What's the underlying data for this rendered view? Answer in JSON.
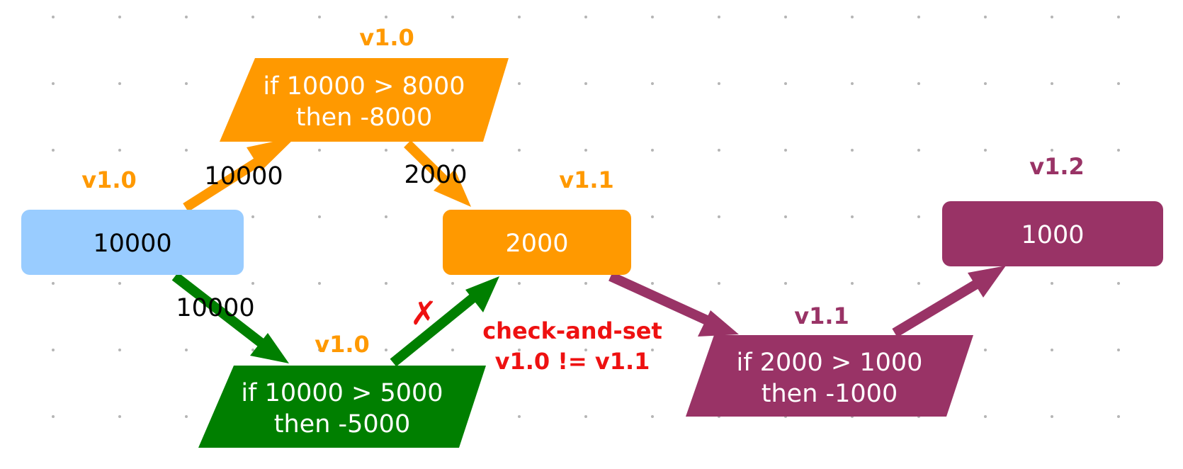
{
  "colors": {
    "initial": "#99ccff",
    "update_a": "#ff9900",
    "update_b": "#007f00",
    "update_c": "#993366",
    "conflict": "#ee1111",
    "grid": "#b5b5b5"
  },
  "nodes": {
    "initial_value": {
      "text": "10000",
      "version": "v1.0"
    },
    "op_minus_8000": {
      "line1": "if 10000 > 8000",
      "line2": "then -8000",
      "version": "v1.0"
    },
    "value_2000": {
      "text": "2000",
      "version": "v1.1"
    },
    "op_minus_5000": {
      "line1": "if 10000 > 5000",
      "line2": "then -5000",
      "version": "v1.0"
    },
    "op_minus_1000": {
      "line1": "if 2000 > 1000",
      "line2": "then -1000",
      "version": "v1.1"
    },
    "value_1000": {
      "text": "1000",
      "version": "v1.2"
    }
  },
  "edge_labels": {
    "read_orange": "10000",
    "write_orange": "2000",
    "read_green": "10000"
  },
  "conflict": {
    "mark": "✗",
    "line1": "check-and-set",
    "line2": "v1.0 != v1.1"
  }
}
